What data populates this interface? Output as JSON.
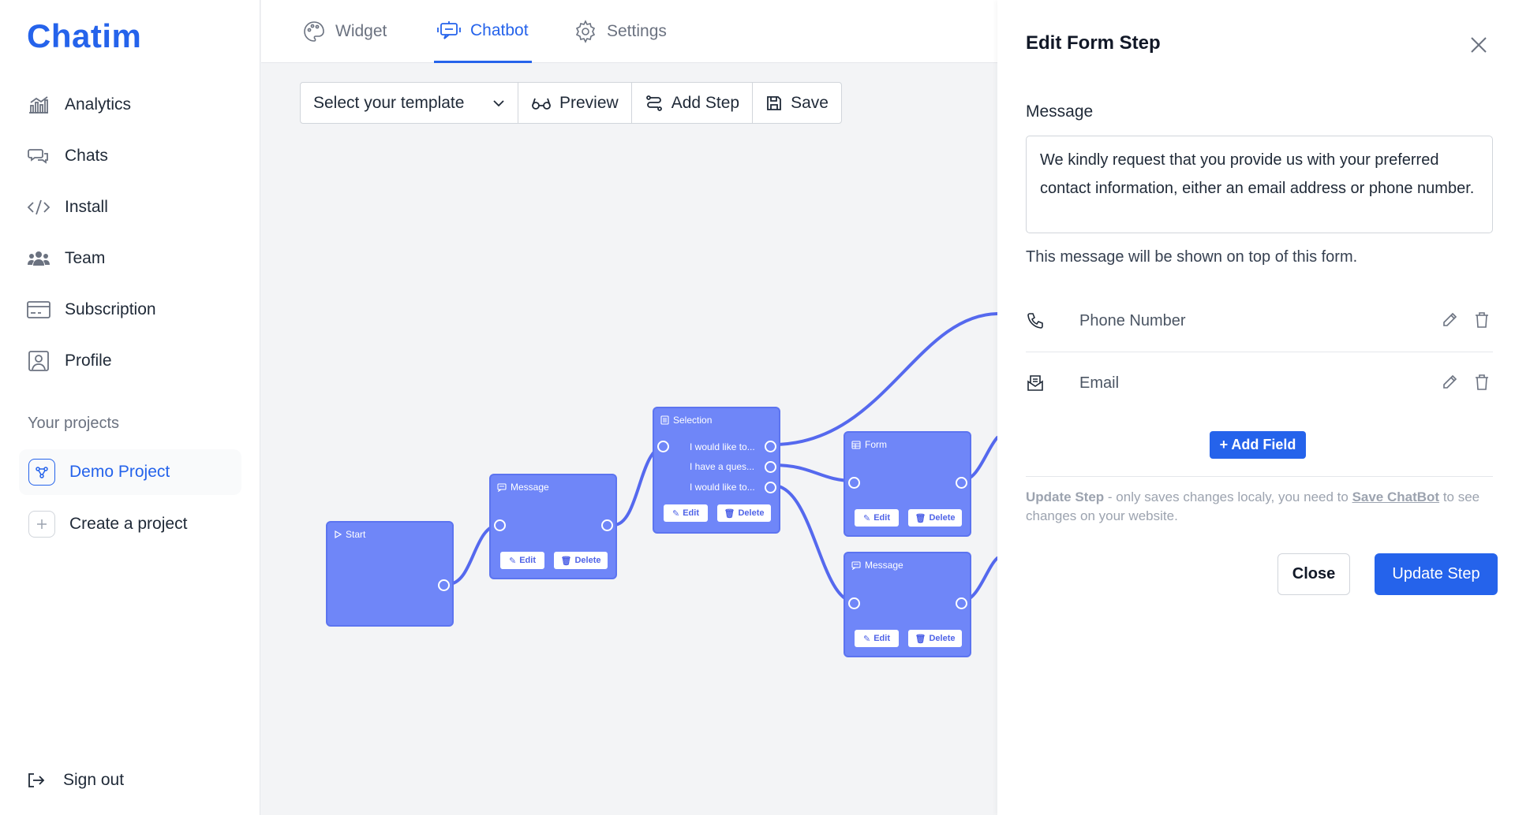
{
  "brand": {
    "logo_text": "Chatim",
    "accent": "#2563eb"
  },
  "sidebar": {
    "nav": [
      {
        "label": "Analytics",
        "icon": "analytics-icon"
      },
      {
        "label": "Chats",
        "icon": "chats-icon"
      },
      {
        "label": "Install",
        "icon": "code-icon"
      },
      {
        "label": "Team",
        "icon": "team-icon"
      },
      {
        "label": "Subscription",
        "icon": "credit-card-icon"
      },
      {
        "label": "Profile",
        "icon": "profile-icon"
      }
    ],
    "projects_title": "Your projects",
    "projects": [
      {
        "label": "Demo Project",
        "active": true
      },
      {
        "label": "Create a project",
        "active": false
      }
    ],
    "sign_out": "Sign out"
  },
  "tabs": [
    {
      "label": "Widget",
      "active": false
    },
    {
      "label": "Chatbot",
      "active": true
    },
    {
      "label": "Settings",
      "active": false
    }
  ],
  "toolbar": {
    "template_select": "Select your template",
    "preview": "Preview",
    "add_step": "Add Step",
    "save": "Save"
  },
  "flow": {
    "start": {
      "title": "Start"
    },
    "message1": {
      "title": "Message",
      "edit": "Edit",
      "delete": "Delete"
    },
    "selection": {
      "title": "Selection",
      "options": [
        "I would like to...",
        "I have a ques...",
        "I would like to..."
      ],
      "edit": "Edit",
      "delete": "Delete"
    },
    "form": {
      "title": "Form",
      "edit": "Edit",
      "delete": "Delete"
    },
    "message2": {
      "title": "Message",
      "edit": "Edit",
      "delete": "Delete"
    },
    "node_color": "#6f86f8",
    "edge_color": "#5569ee"
  },
  "drawer": {
    "title": "Edit Form Step",
    "message_label": "Message",
    "message_value": "We kindly request that you provide us with your preferred contact information, either an email address or phone number.",
    "message_help": "This message will be shown on top of this form.",
    "fields": [
      {
        "label": "Phone Number",
        "icon": "phone-icon"
      },
      {
        "label": "Email",
        "icon": "email-icon"
      }
    ],
    "add_field": "+ Add Field",
    "note_strong": "Update Step",
    "note_text": " - only saves changes localy, you need to ",
    "note_link": "Save ChatBot",
    "note_tail": " to see changes on your website.",
    "close": "Close",
    "update": "Update Step"
  }
}
